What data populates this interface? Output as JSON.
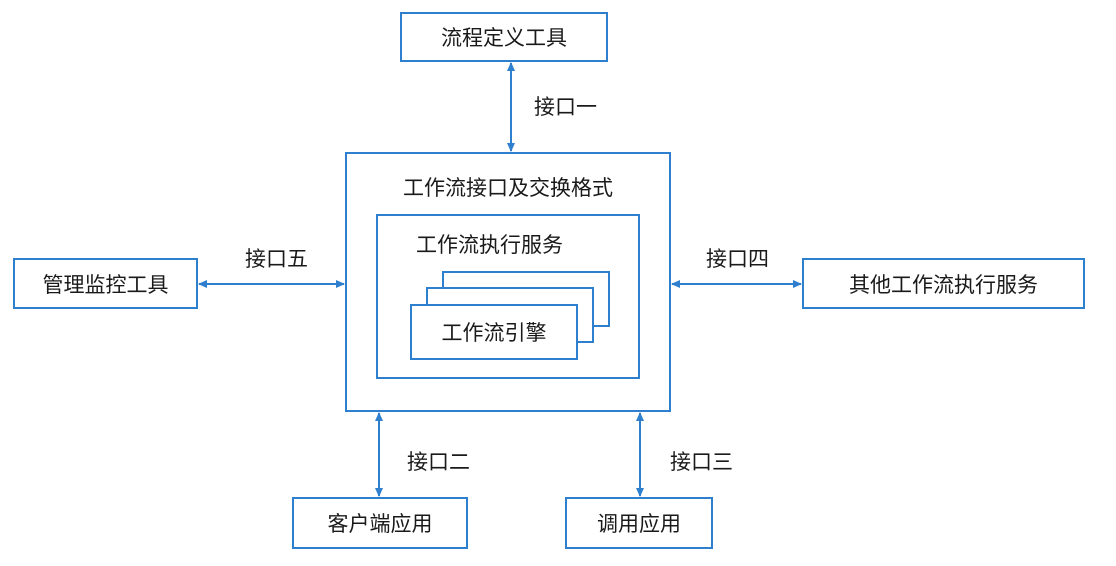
{
  "nodes": {
    "process_definition_tool": "流程定义工具",
    "interface_format": "工作流接口及交换格式",
    "execution_service": "工作流执行服务",
    "engine": "工作流引擎",
    "admin_monitor_tool": "管理监控工具",
    "other_execution_services": "其他工作流执行服务",
    "client_application": "客户端应用",
    "invoked_application": "调用应用"
  },
  "interfaces": {
    "one": "接口一",
    "two": "接口二",
    "three": "接口三",
    "four": "接口四",
    "five": "接口五"
  },
  "colors": {
    "box_border": "#2f7fcf",
    "arrow": "#2f7fcf",
    "text": "#1a1a1a"
  }
}
